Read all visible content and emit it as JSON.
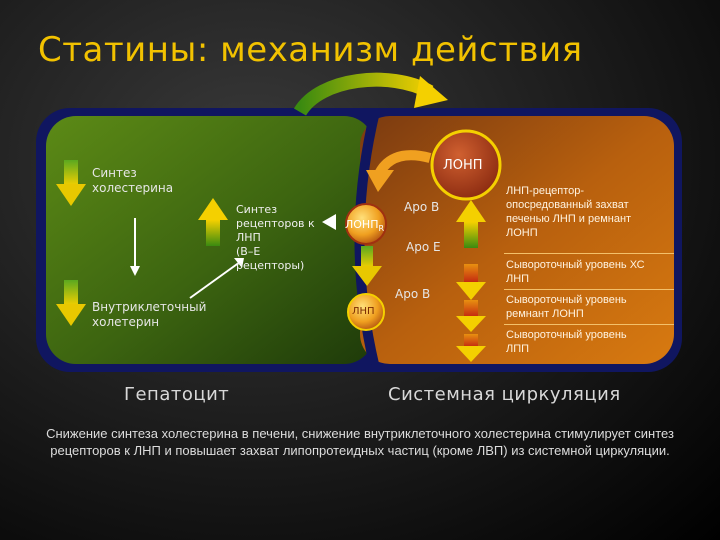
{
  "title": "Статины:  механизм действия",
  "hepatocyte": {
    "synthesis_cholesterol": "Синтез\nхолестерина",
    "receptor_synthesis": "Синтез\nрецепторов к\nЛНП\n(В–Е\nрецепторы)",
    "intracellular_cholesterol": "Внутриклеточный\nхолетерин",
    "label": "Гепатоцит"
  },
  "circulation": {
    "vldl": "ЛОНП",
    "vldl_r": "ЛОНП",
    "r_sub": "R",
    "ldl": "ЛНП",
    "apo_b1": "Apo B",
    "apo_e": "Apo E",
    "apo_b2": "Apo B",
    "label": "Системная циркуляция"
  },
  "side_notes": [
    "ЛНП-рецептор-\nопосредованный захват\nпеченью ЛНП и ремнант\nЛОНП",
    "Сывороточный уровень ХС\nЛНП",
    "Сывороточный уровень\nремнант ЛОНП",
    "Сывороточный уровень\nЛПП"
  ],
  "caption": "Снижение синтеза холестерина в печени, снижение внутриклеточного холестерина стимулирует синтез  рецепторов к ЛНП и повышает захват липопротеидных частиц (кроме ЛВП) из системной циркуляции.",
  "colors": {
    "title": "#f2c200",
    "hepatocyte": "#3f6a12",
    "circulation": "#b0550c",
    "border": "#141a6e"
  }
}
